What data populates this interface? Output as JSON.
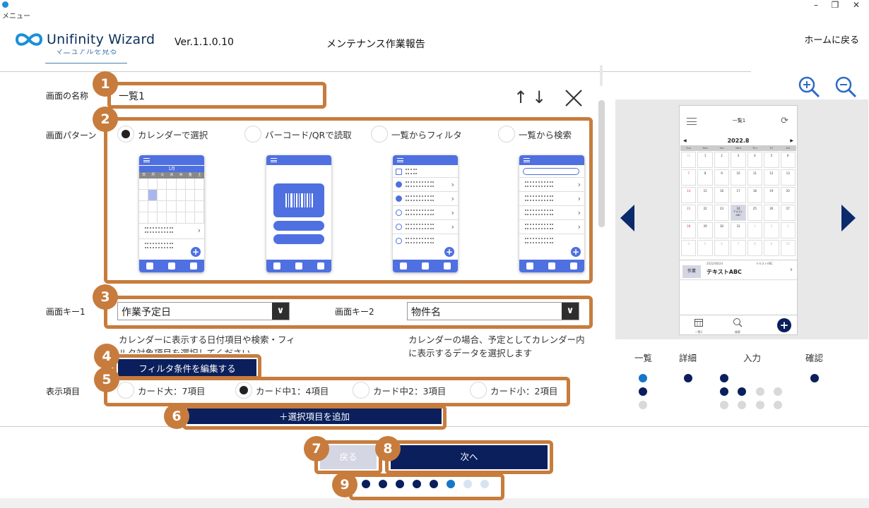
{
  "titlebar": {
    "menu": "メニュー",
    "minimize": "–",
    "restore": "❐",
    "close": "✕"
  },
  "header": {
    "app_name": "Unifinity Wizard",
    "version": "Ver.1.1.0.10",
    "page_title": "メンテナンス作業報告",
    "home_link": "ホームに戻る",
    "manual_link": "マニュアルを見る"
  },
  "badges": [
    "1",
    "2",
    "3",
    "4",
    "5",
    "6",
    "7",
    "8",
    "9"
  ],
  "screen_name": {
    "label": "画面の名称",
    "value": "一覧1",
    "sort_arrows": "↑↓"
  },
  "screen_pattern": {
    "label": "画面パターン",
    "options": [
      {
        "label": "カレンダーで選択",
        "selected": true
      },
      {
        "label": "バーコード/QRで読取",
        "selected": false
      },
      {
        "label": "一覧からフィルタ",
        "selected": false
      },
      {
        "label": "一覧から検索",
        "selected": false
      }
    ],
    "calendar_month": "1月",
    "weekdays": [
      "日",
      "月",
      "火",
      "水",
      "木",
      "金",
      "土"
    ]
  },
  "screen_keys": {
    "key1_label": "画面キー1",
    "key1_value": "作業予定日",
    "key2_label": "画面キー2",
    "key2_value": "物件名",
    "key1_desc": "カレンダーに表示する日付項目や検索・フィルタ対象項目を選択してください",
    "key2_desc": "カレンダーの場合、予定としてカレンダー内に表示するデータを選択します"
  },
  "filter_button": "フィルタ条件を編集する",
  "display_items": {
    "label": "表示項目",
    "options": [
      {
        "label": "カード大：7項目",
        "selected": false
      },
      {
        "label": "カード中1：4項目",
        "selected": true
      },
      {
        "label": "カード中2：3項目",
        "selected": false
      },
      {
        "label": "カード小：2項目",
        "selected": false
      }
    ],
    "add_button": "＋選択項目を追加"
  },
  "footer": {
    "back": "戻る",
    "next": "次へ",
    "page_dots": [
      "#0a1f5c",
      "#0a1f5c",
      "#0a1f5c",
      "#0a1f5c",
      "#0a1f5c",
      "#1677c8",
      "#d6e4f2",
      "#d6e4f2"
    ]
  },
  "preview": {
    "title": "一覧1",
    "month": "2022.8",
    "weekdays": [
      "Sun",
      "Mon",
      "Tue",
      "Wed",
      "Thu",
      "Fri",
      "Sat"
    ],
    "weeks": [
      [
        "31",
        "1",
        "2",
        "3",
        "4",
        "5",
        "6"
      ],
      [
        "7",
        "8",
        "9",
        "10",
        "11",
        "12",
        "13"
      ],
      [
        "14",
        "15",
        "16",
        "17",
        "18",
        "19",
        "20"
      ],
      [
        "21",
        "22",
        "23",
        "24",
        "25",
        "26",
        "27"
      ],
      [
        "28",
        "29",
        "30",
        "31",
        "1",
        "2",
        "3"
      ],
      [
        "4",
        "5",
        "6",
        "7",
        "8",
        "9",
        "10"
      ]
    ],
    "event_text": "テキストABC",
    "card_tag": "作業",
    "card_date": "2022/08/24",
    "card_header": "テキストABC",
    "card_title": "テキストABC",
    "nav": [
      "一覧1",
      "検索"
    ]
  },
  "steps": {
    "headers": [
      "一覧",
      "詳細",
      "入力",
      "確認"
    ],
    "colors": {
      "done": "#0a1f5c",
      "current": "#1677c8",
      "todo": "#d9d9d9"
    }
  }
}
